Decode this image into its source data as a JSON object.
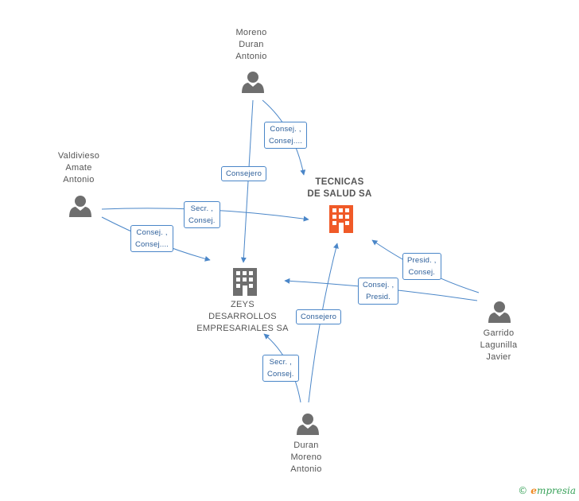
{
  "nodes": {
    "moreno": {
      "lines": [
        "Moreno",
        "Duran",
        "Antonio"
      ]
    },
    "valdivieso": {
      "lines": [
        "Valdivieso",
        "Amate",
        "Antonio"
      ]
    },
    "tecnicas": {
      "lines": [
        "TECNICAS",
        "DE SALUD SA"
      ]
    },
    "zeys": {
      "lines": [
        "ZEYS",
        "DESARROLLOS",
        "EMPRESARIALES SA"
      ]
    },
    "garrido": {
      "lines": [
        "Garrido",
        "Lagunilla",
        "Javier"
      ]
    },
    "duran": {
      "lines": [
        "Duran",
        "Moreno",
        "Antonio"
      ]
    }
  },
  "edges": {
    "moreno_tecnicas": [
      "Consej. ,",
      "Consej...."
    ],
    "moreno_zeys": [
      "Consejero"
    ],
    "valdivieso_tecnicas": [
      "Secr. ,",
      "Consej."
    ],
    "valdivieso_zeys": [
      "Consej. ,",
      "Consej...."
    ],
    "garrido_tecnicas": [
      "Presid. ,",
      "Consej."
    ],
    "garrido_zeys": [
      "Consej. ,",
      "Presid."
    ],
    "duran_tecnicas": [
      "Consejero"
    ],
    "duran_zeys": [
      "Secr. ,",
      "Consej."
    ]
  },
  "colors": {
    "edge": "#4a86c8",
    "person": "#6e6e6e",
    "company_main": "#f05a28",
    "company": "#6e6e6e"
  },
  "brand": {
    "copyright": "©",
    "e": "e",
    "rest": "mpresia"
  }
}
